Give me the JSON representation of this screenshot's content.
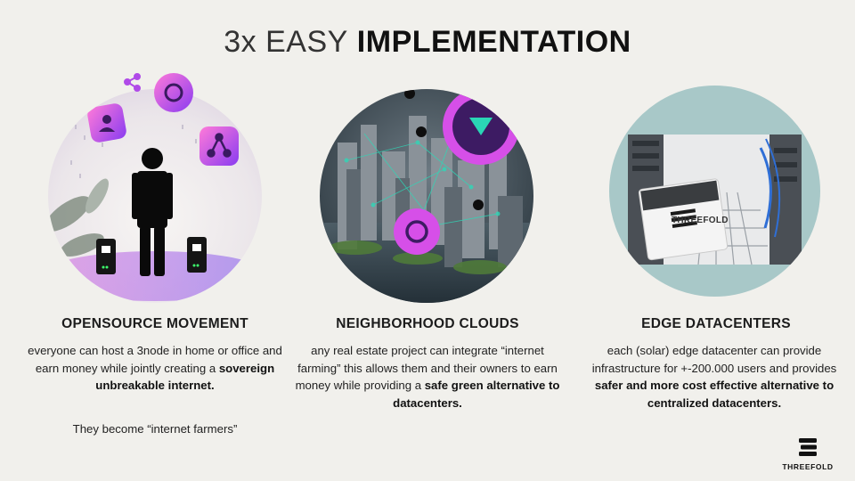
{
  "title": {
    "prefix": "3x EASY",
    "main": "IMPLEMENTATION"
  },
  "columns": [
    {
      "heading": "OPENSOURCE MOVEMENT",
      "desc_pre": "everyone can host a 3node in home or office and earn money while jointly creating a ",
      "desc_bold": "sovereign unbreakable internet.",
      "extra": "They become “internet farmers”"
    },
    {
      "heading": "NEIGHBORHOOD CLOUDS",
      "desc_pre": "any real estate project can integrate “internet farming” this allows them and their owners to earn money while providing a ",
      "desc_bold": "safe green alternative to datacenters."
    },
    {
      "heading": "EDGE DATACENTERS",
      "desc_pre": "each (solar) edge datacenter can provide infrastructure for +-200.000 users and provides ",
      "desc_bold": "safer and more cost effective alternative to centralized datacenters."
    }
  ],
  "images": {
    "server_label": "THREEFOLD"
  },
  "logo": {
    "text": "THREEFOLD"
  },
  "colors": {
    "accent_pink": "#c23ad6",
    "accent_purple": "#7d3ff0",
    "teal_circle": "#a8c8c8"
  }
}
